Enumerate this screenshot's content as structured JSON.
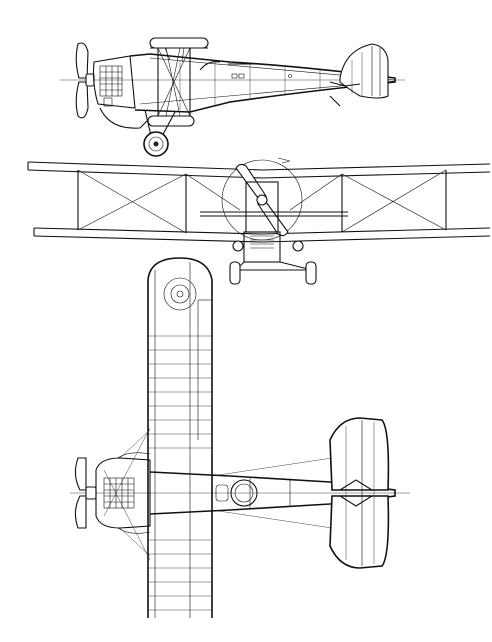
{
  "drawing": {
    "views": [
      "side-view",
      "front-view",
      "plan-view"
    ],
    "colors": {
      "line": "#111111",
      "paper": "#ffffff"
    }
  }
}
